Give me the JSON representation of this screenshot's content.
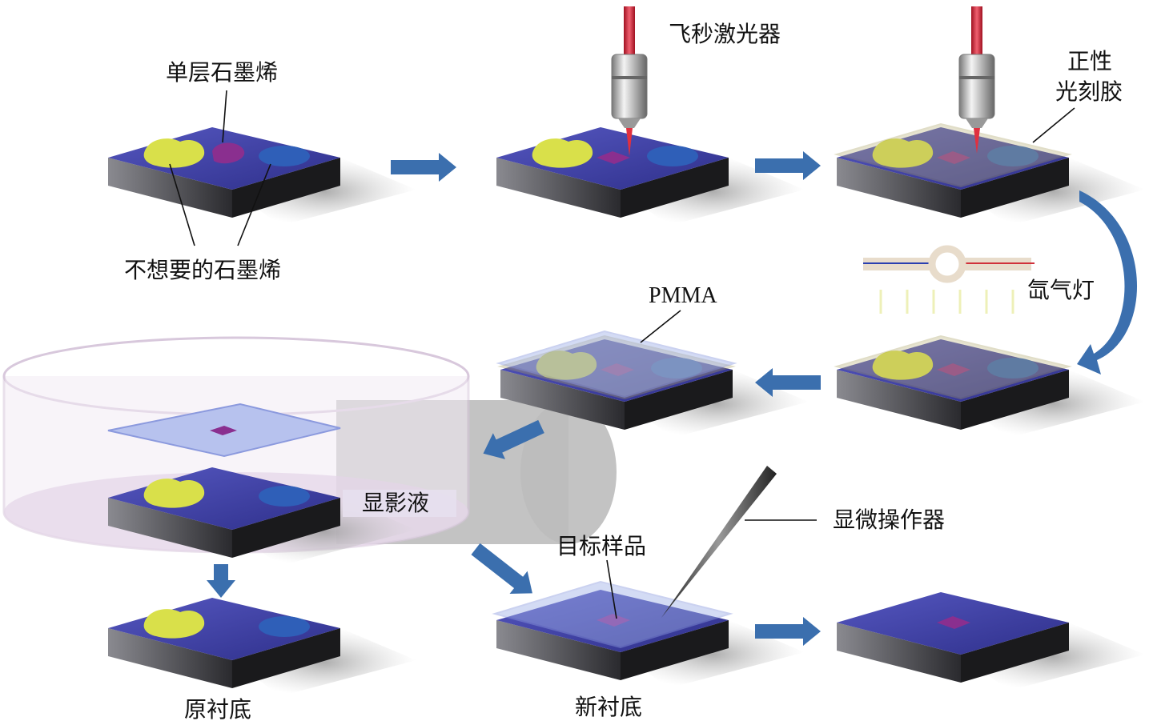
{
  "labels": {
    "monolayer_graphene": "单层石墨烯",
    "unwanted_graphene": "不想要的石墨烯",
    "femtosecond_laser": "飞秒激光器",
    "positive_photoresist_line1": "正性",
    "positive_photoresist_line2": "光刻胶",
    "xenon_lamp": "氙气灯",
    "pmma": "PMMA",
    "developer": "显影液",
    "micromanipulator": "显微操作器",
    "target_sample": "目标样品",
    "original_substrate": "原衬底",
    "new_substrate": "新衬底"
  },
  "colors": {
    "substrate_top": "#3d3fa0",
    "substrate_front": "#4a4a4e",
    "substrate_side": "#1a1a1c",
    "flake_yellow": "#d9e04a",
    "flake_magenta": "#8a2f8f",
    "flake_blue": "#2f5fb8",
    "arrow": "#3b6fae",
    "laser": "#d42a3a",
    "photoresist": "#b8b07a",
    "pmma": "#9fb0e8"
  }
}
